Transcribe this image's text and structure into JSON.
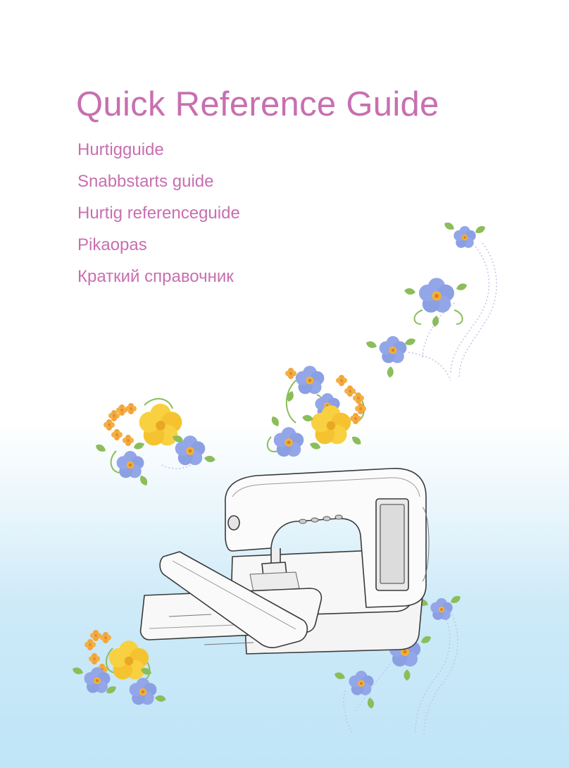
{
  "cover": {
    "title": "Quick Reference Guide",
    "subtitles": [
      "Hurtigguide",
      "Snabbstarts guide",
      "Hurtig referenceguide",
      "Pikaopas",
      "Краткий справочник"
    ]
  },
  "colors": {
    "title_text": "#c86fb0",
    "background_top": "#ffffff",
    "background_bottom": "#bfe5f7",
    "flower_blue": "#8fa4e6",
    "flower_yellow": "#f7c936",
    "flower_orange": "#f4a83a",
    "leaf_green": "#8bbd5a"
  },
  "illustration": {
    "subject": "embroidery-sewing-machine",
    "decoration": "embroidered-flower-sprays"
  }
}
